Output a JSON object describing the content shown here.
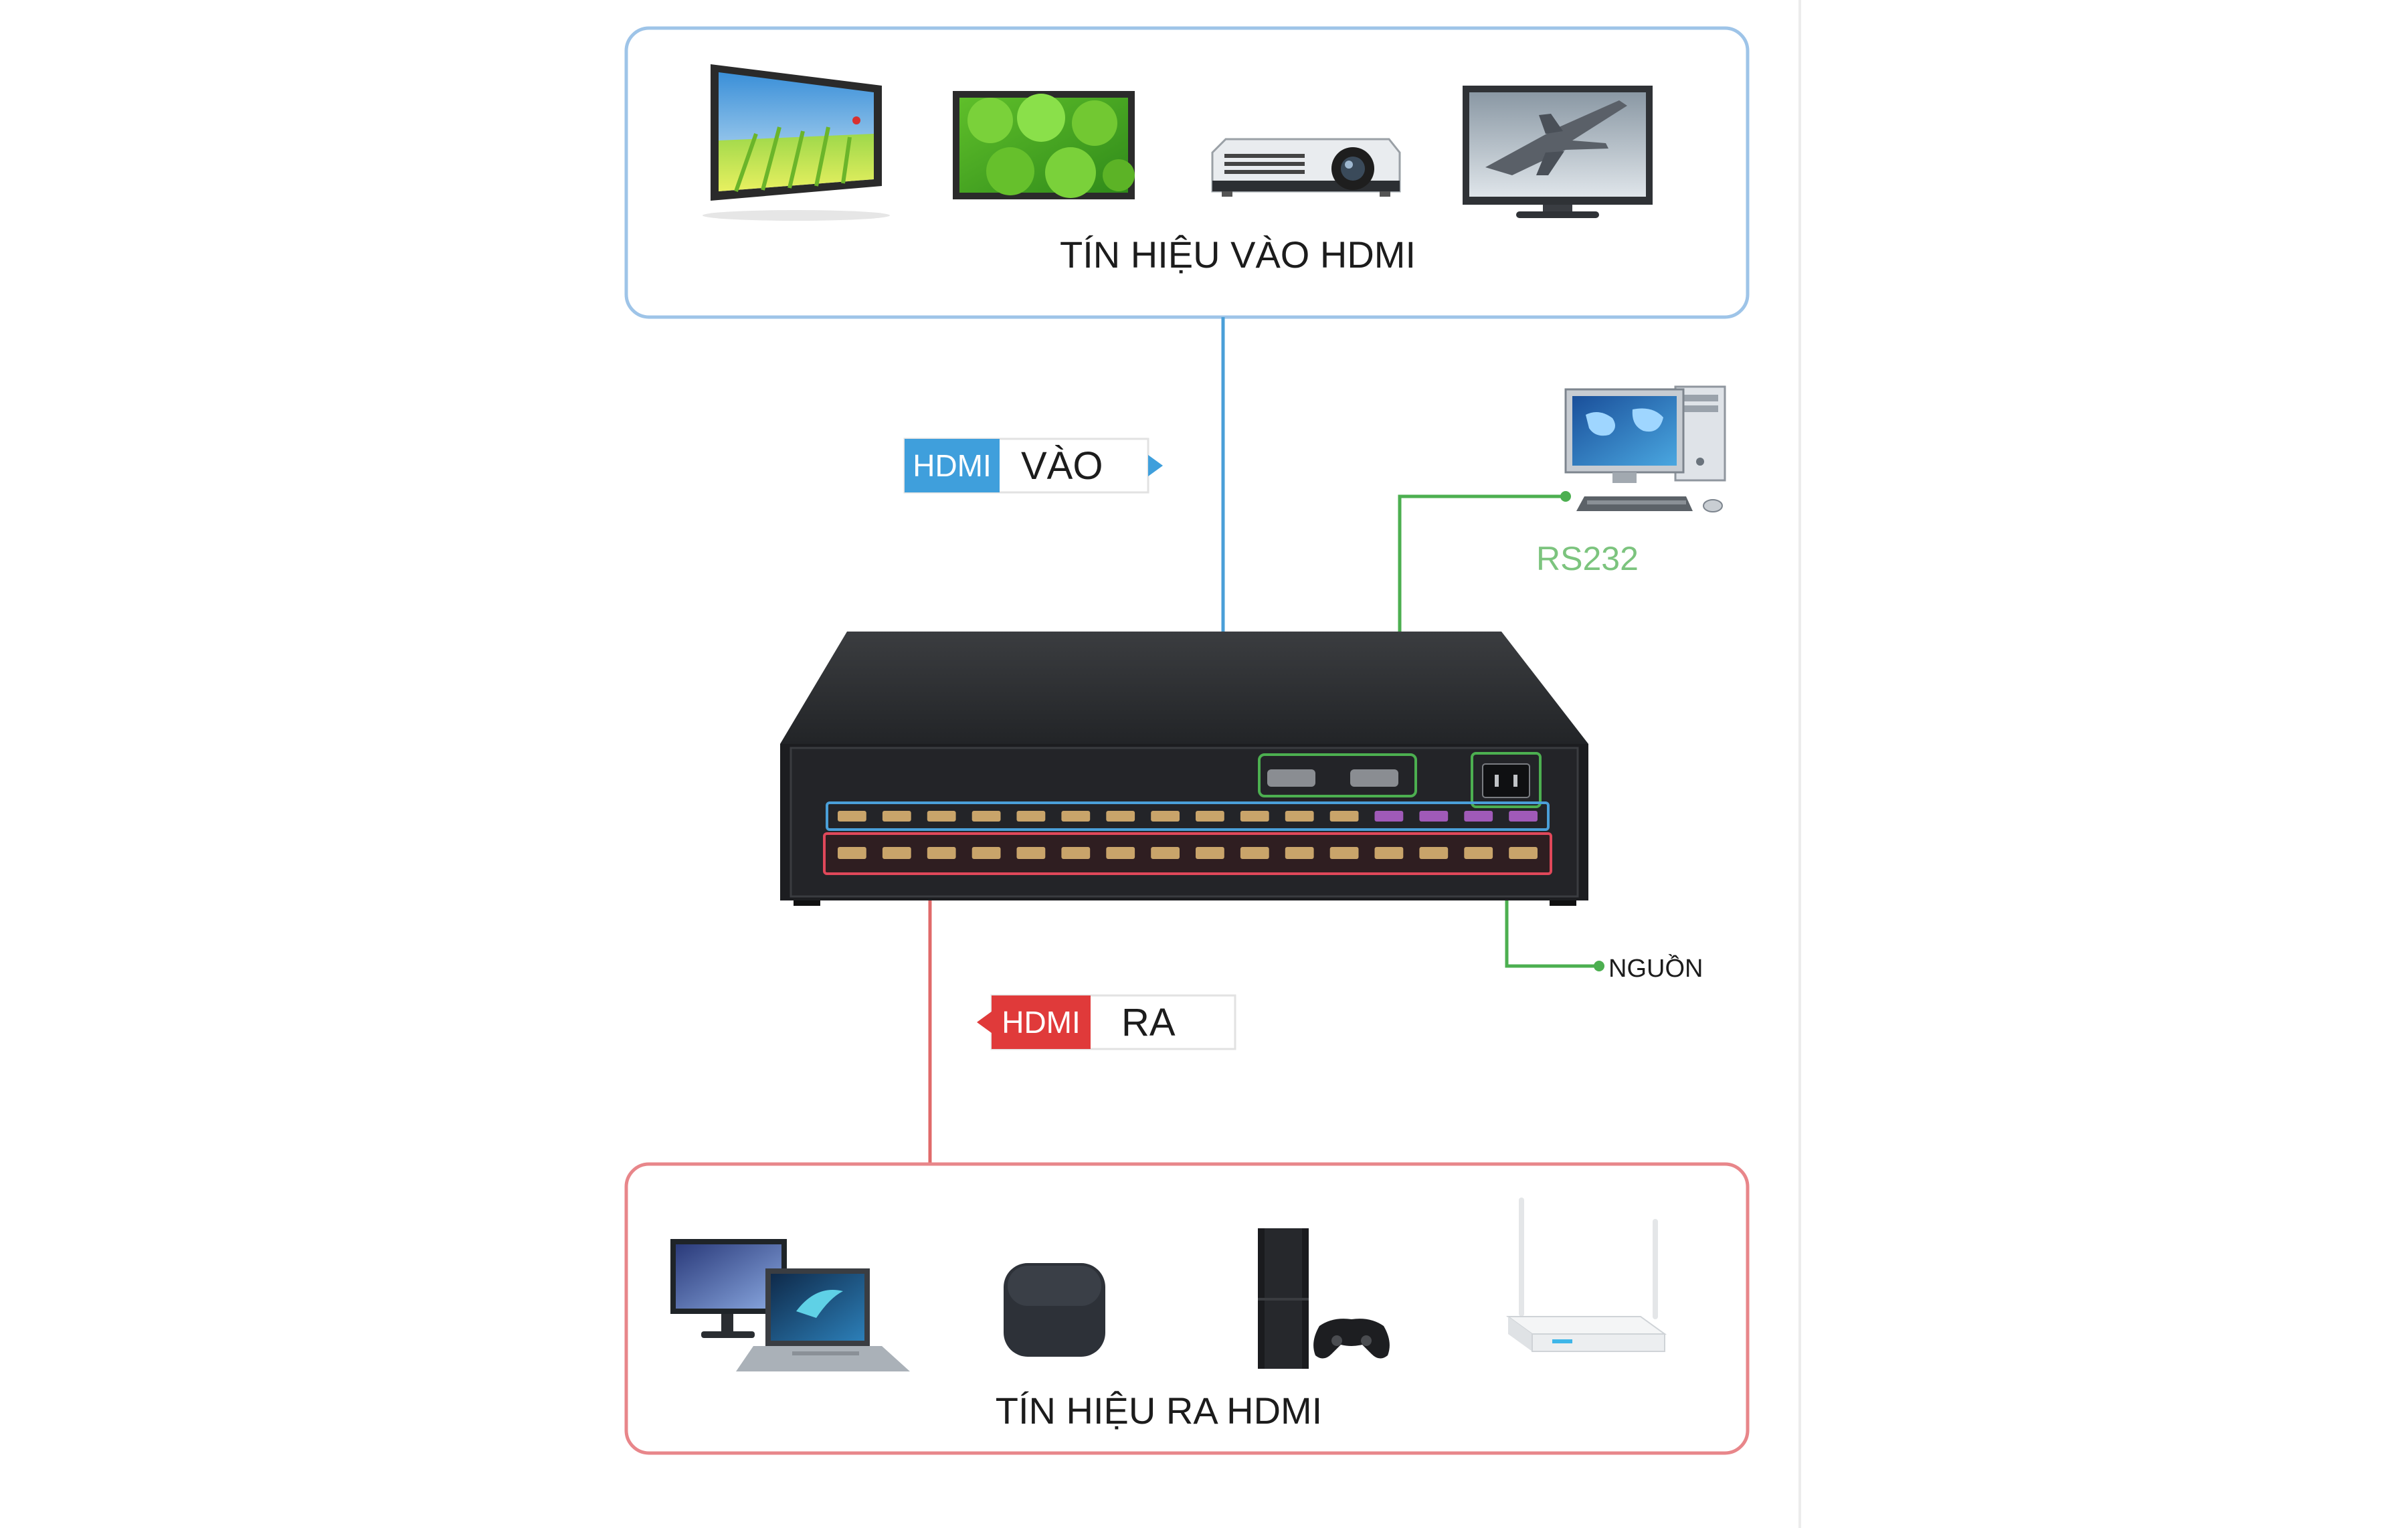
{
  "top_panel": {
    "caption": "TÍN HIỆU VÀO HDMI",
    "devices": [
      "led-wall-display-icon",
      "lcd-monitor-icon",
      "projector-icon",
      "flat-tv-icon"
    ]
  },
  "hdmi_in_tag": {
    "badge": "HDMI",
    "text": "VÀO"
  },
  "rs232": {
    "label": "RS232",
    "device": "desktop-computer-icon"
  },
  "matrix": {
    "device": "hdmi-matrix-switcher-icon"
  },
  "power": {
    "label": "NGUỒN"
  },
  "hdmi_out_tag": {
    "badge": "HDMI",
    "text": "RA"
  },
  "bottom_panel": {
    "caption": "TÍN HIỆU RA HDMI",
    "devices": [
      "computer-laptop-icon",
      "tv-box-icon",
      "game-console-icon",
      "wifi-router-icon"
    ]
  },
  "colors": {
    "input_line": "#4a9fd8",
    "output_line": "#e06a6a",
    "control_line": "#4caf50",
    "top_border": "#9ec4e8",
    "bottom_border": "#e8868a",
    "badge_blue": "#3f9fdc",
    "badge_red": "#e03a3a"
  }
}
